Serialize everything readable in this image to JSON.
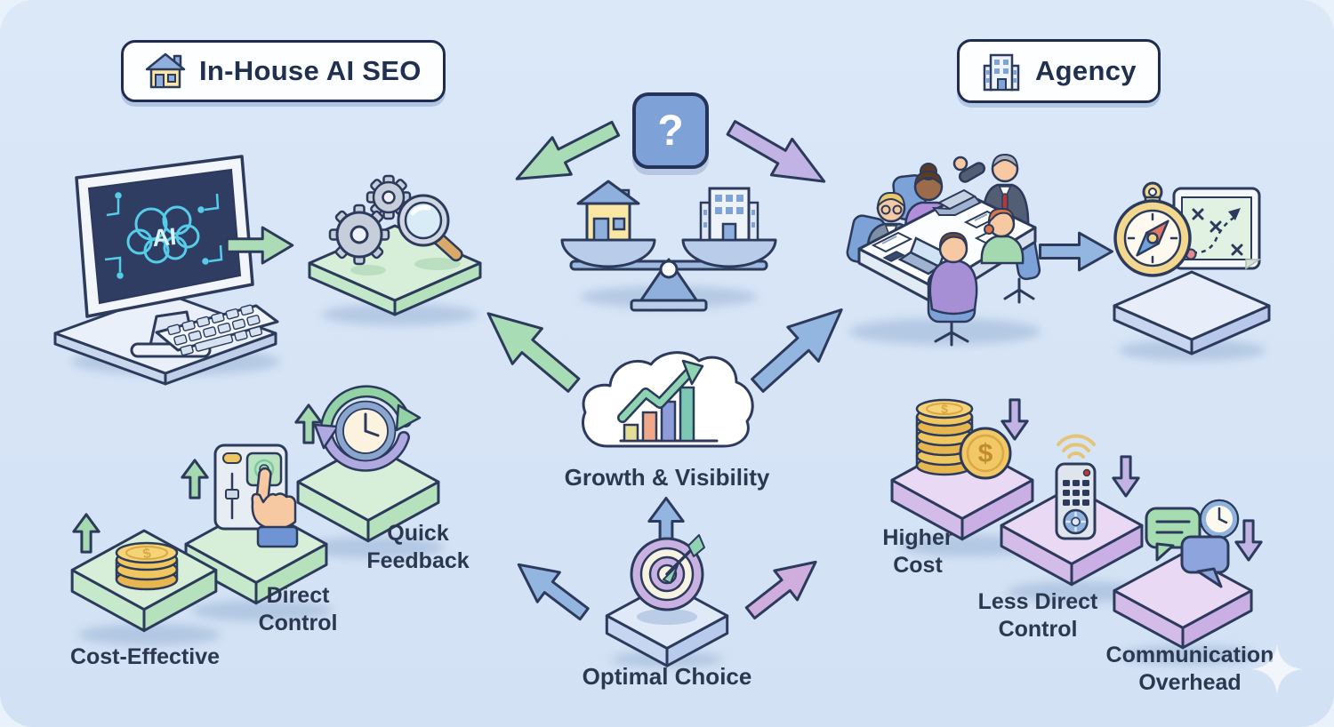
{
  "badges": {
    "in_house": "In-House AI SEO",
    "agency": "Agency"
  },
  "question_mark": "?",
  "monitor": {
    "screen_text": "AI"
  },
  "coin_symbol": "$",
  "center_labels": {
    "growth": "Growth & Visibility",
    "optimal": "Optimal Choice"
  },
  "in_house_points": [
    {
      "label": "Cost-Effective",
      "icon": "coins-icon",
      "trend": "up"
    },
    {
      "label": "Direct Control",
      "icon": "control-panel-icon",
      "trend": "up"
    },
    {
      "label": "Quick Feedback",
      "icon": "refresh-clock-icon",
      "trend": "up"
    }
  ],
  "agency_points": [
    {
      "label": "Higher Cost",
      "icon": "coin-stack-icon",
      "trend": "down"
    },
    {
      "label": "Less Direct Control",
      "icon": "remote-control-icon",
      "trend": "down"
    },
    {
      "label": "Communication Overhead",
      "icon": "chat-clock-icon",
      "trend": "down"
    }
  ],
  "colors": {
    "background": "#d6e4f6",
    "outline": "#2c3a5c",
    "text": "#2b3850",
    "green_arrow": "#a8dcb4",
    "purple_arrow": "#c1b3e3",
    "blue_arrow": "#93b6e0",
    "pink_arrow": "#cfaedd",
    "green_platform": "#d7efd9",
    "purple_platform": "#ead9f4",
    "blue_platform": "#dfe9f8",
    "gold": "#f2c765"
  }
}
